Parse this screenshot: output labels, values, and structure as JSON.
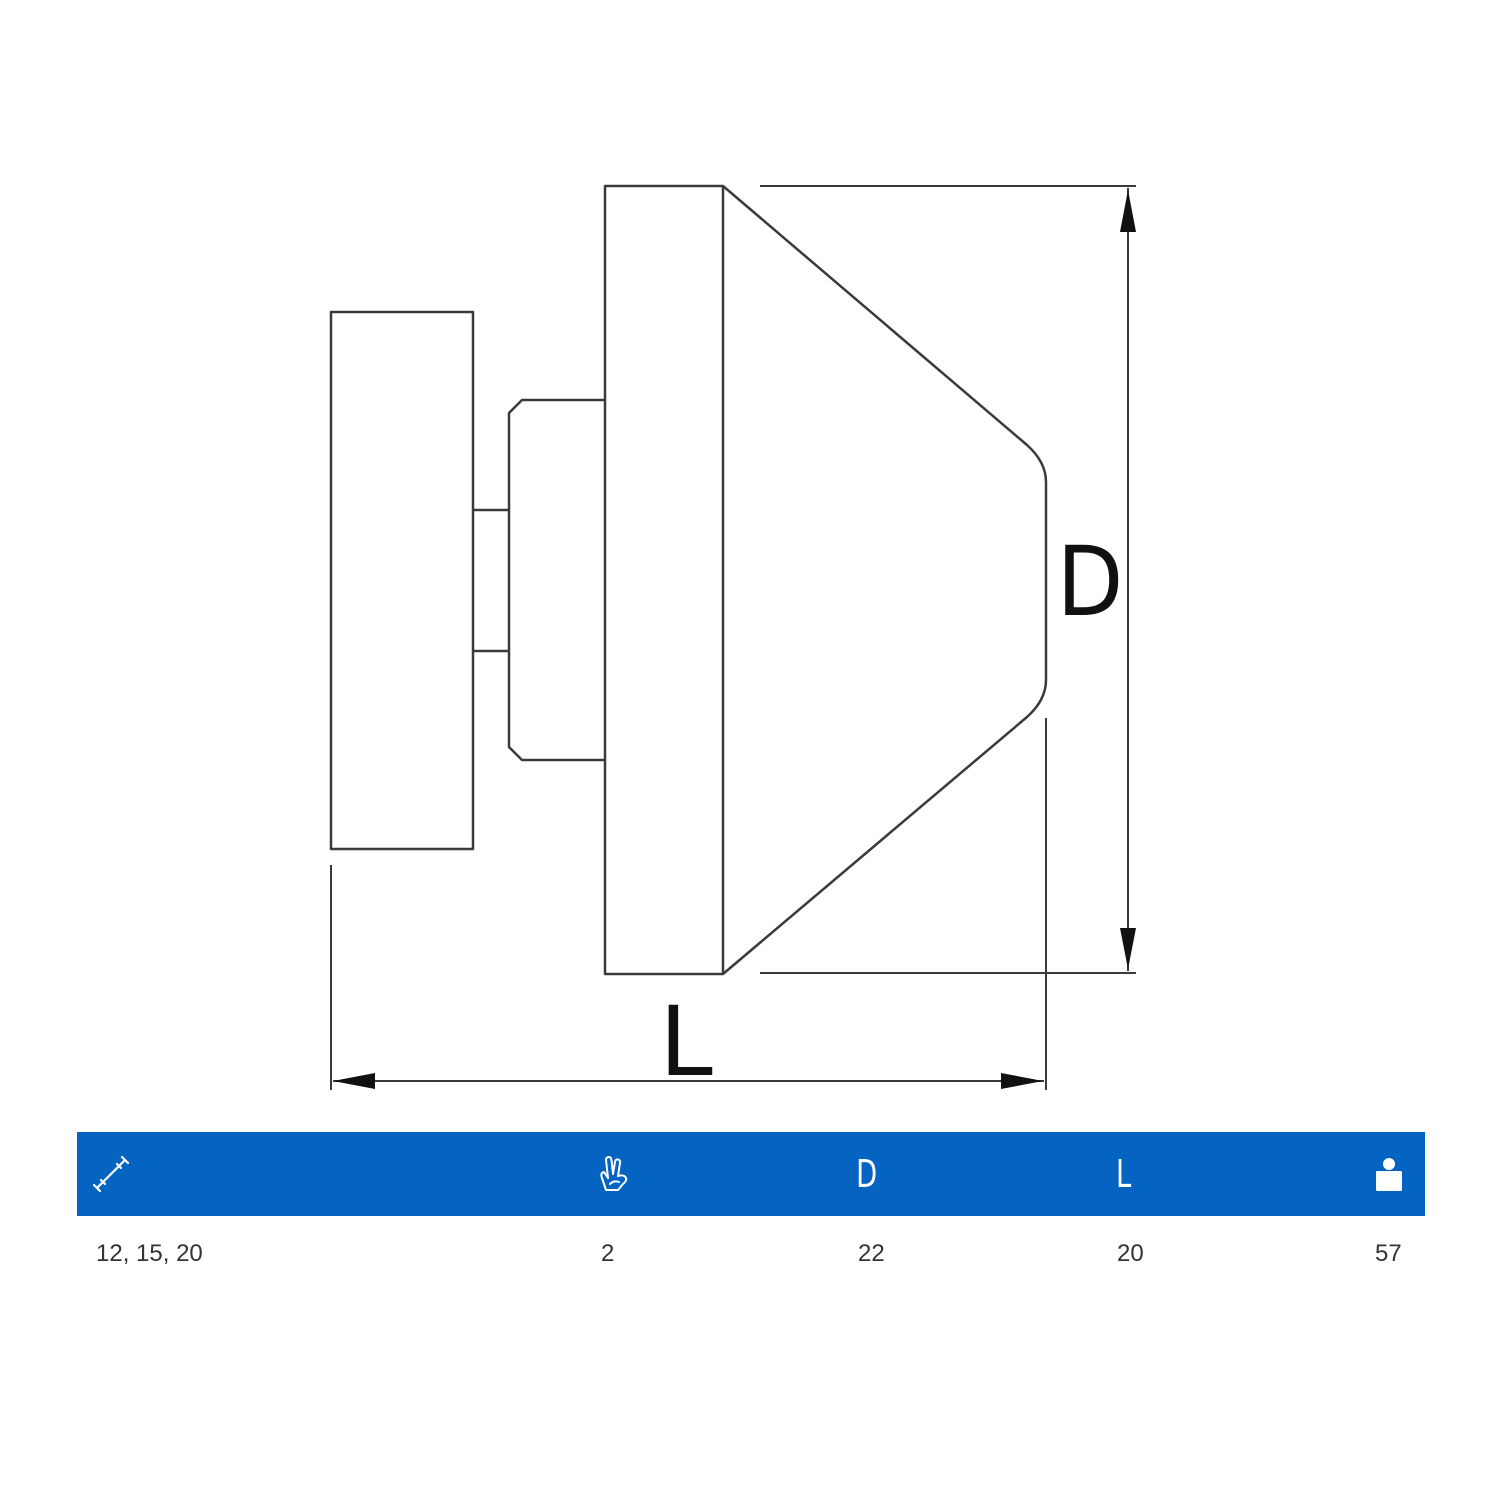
{
  "drawing": {
    "dimension_labels": {
      "diameter": "D",
      "length": "L"
    },
    "line_color": "#3a3a3a"
  },
  "spec_table": {
    "header_color": "#0563c1",
    "columns": [
      {
        "icon": "size-range-icon",
        "label": ""
      },
      {
        "icon": "hand-finger-icon",
        "label": ""
      },
      {
        "icon": "",
        "label": "D"
      },
      {
        "icon": "",
        "label": "L"
      },
      {
        "icon": "weight-icon",
        "label": ""
      }
    ],
    "rows": [
      [
        "12, 15, 20",
        "2",
        "22",
        "20",
        "57"
      ]
    ]
  }
}
